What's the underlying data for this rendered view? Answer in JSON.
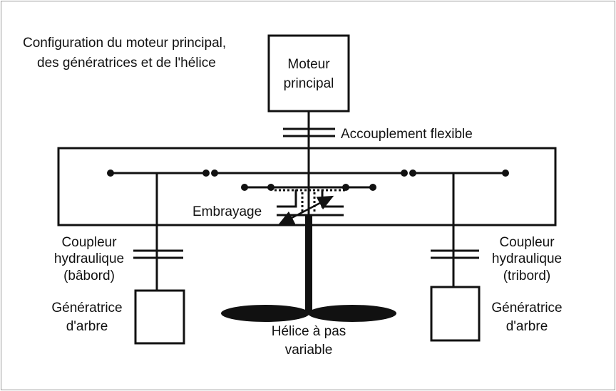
{
  "title": [
    "Configuration du moteur principal,",
    "des génératrices et de l'hélice"
  ],
  "main_engine": [
    "Moteur",
    "principal"
  ],
  "flexible_coupling": "Accouplement flexible",
  "clutch": "Embrayage",
  "hydraulic_coupler_port": [
    "Coupleur",
    "hydraulique",
    "(bâbord)"
  ],
  "hydraulic_coupler_starboard": [
    "Coupleur",
    "hydraulique",
    "(tribord)"
  ],
  "shaft_generator_port": [
    "Génératrice",
    "d'arbre"
  ],
  "shaft_generator_starboard": [
    "Génératrice",
    "d'arbre"
  ],
  "propeller": [
    "Hélice à pas",
    "variable"
  ]
}
